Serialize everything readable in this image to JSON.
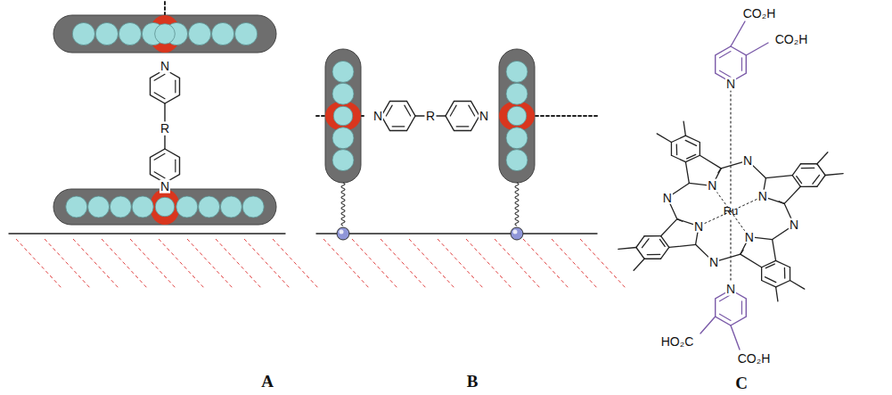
{
  "diagram": {
    "labels": [
      "A",
      "B",
      "C",
      "N",
      "R",
      "N",
      "N",
      "R",
      "N",
      "CO₂H",
      "CO₂H",
      "N",
      "Ru",
      "N",
      "HO₂C",
      "CO₂H",
      "N",
      "N",
      "N",
      "N",
      "N",
      "N",
      "N",
      "N"
    ]
  }
}
